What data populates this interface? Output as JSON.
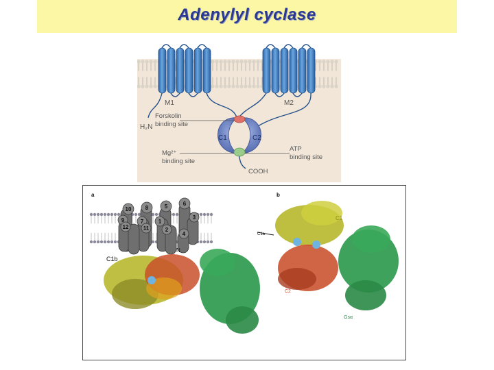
{
  "slide": {
    "title": "Adenylyl cyclase"
  },
  "topology_diagram": {
    "m1_label": "M1",
    "m2_label": "M2",
    "n_terminus": "H₂N",
    "forskolin_label_line1": "Forskolin",
    "forskolin_label_line2": "binding site",
    "mg_label_line1": "Mg²⁺",
    "mg_label_line2": "binding site",
    "atp_label_line1": "ATP",
    "atp_label_line2": "binding site",
    "c1_label": "C1",
    "c2_label": "C2",
    "c_terminus": "COOH"
  },
  "structure_figure": {
    "panel_a_label": "a",
    "panel_b_label": "b",
    "helix_numbers": [
      "10",
      "8",
      "5",
      "6",
      "9",
      "7",
      "1",
      "3",
      "12",
      "11",
      "2",
      "4"
    ],
    "c1b_label": "C1b",
    "n_label": "N",
    "c1_label": "C1",
    "c1a_label": "C1a",
    "c2_label": "C2",
    "gsa_label": "Gsα"
  },
  "colors": {
    "title_bg": "#fbf7a4",
    "title_text": "#2b3a8f",
    "helix_blue": "#3b7fc4",
    "domain_blue": "#5a73b8",
    "forskolin_red": "#e0726a",
    "mg_green": "#9ccc8c",
    "c1_yellow": "#b8b830",
    "c2_red": "#c8502a",
    "gsa_green": "#2f9a4e"
  }
}
